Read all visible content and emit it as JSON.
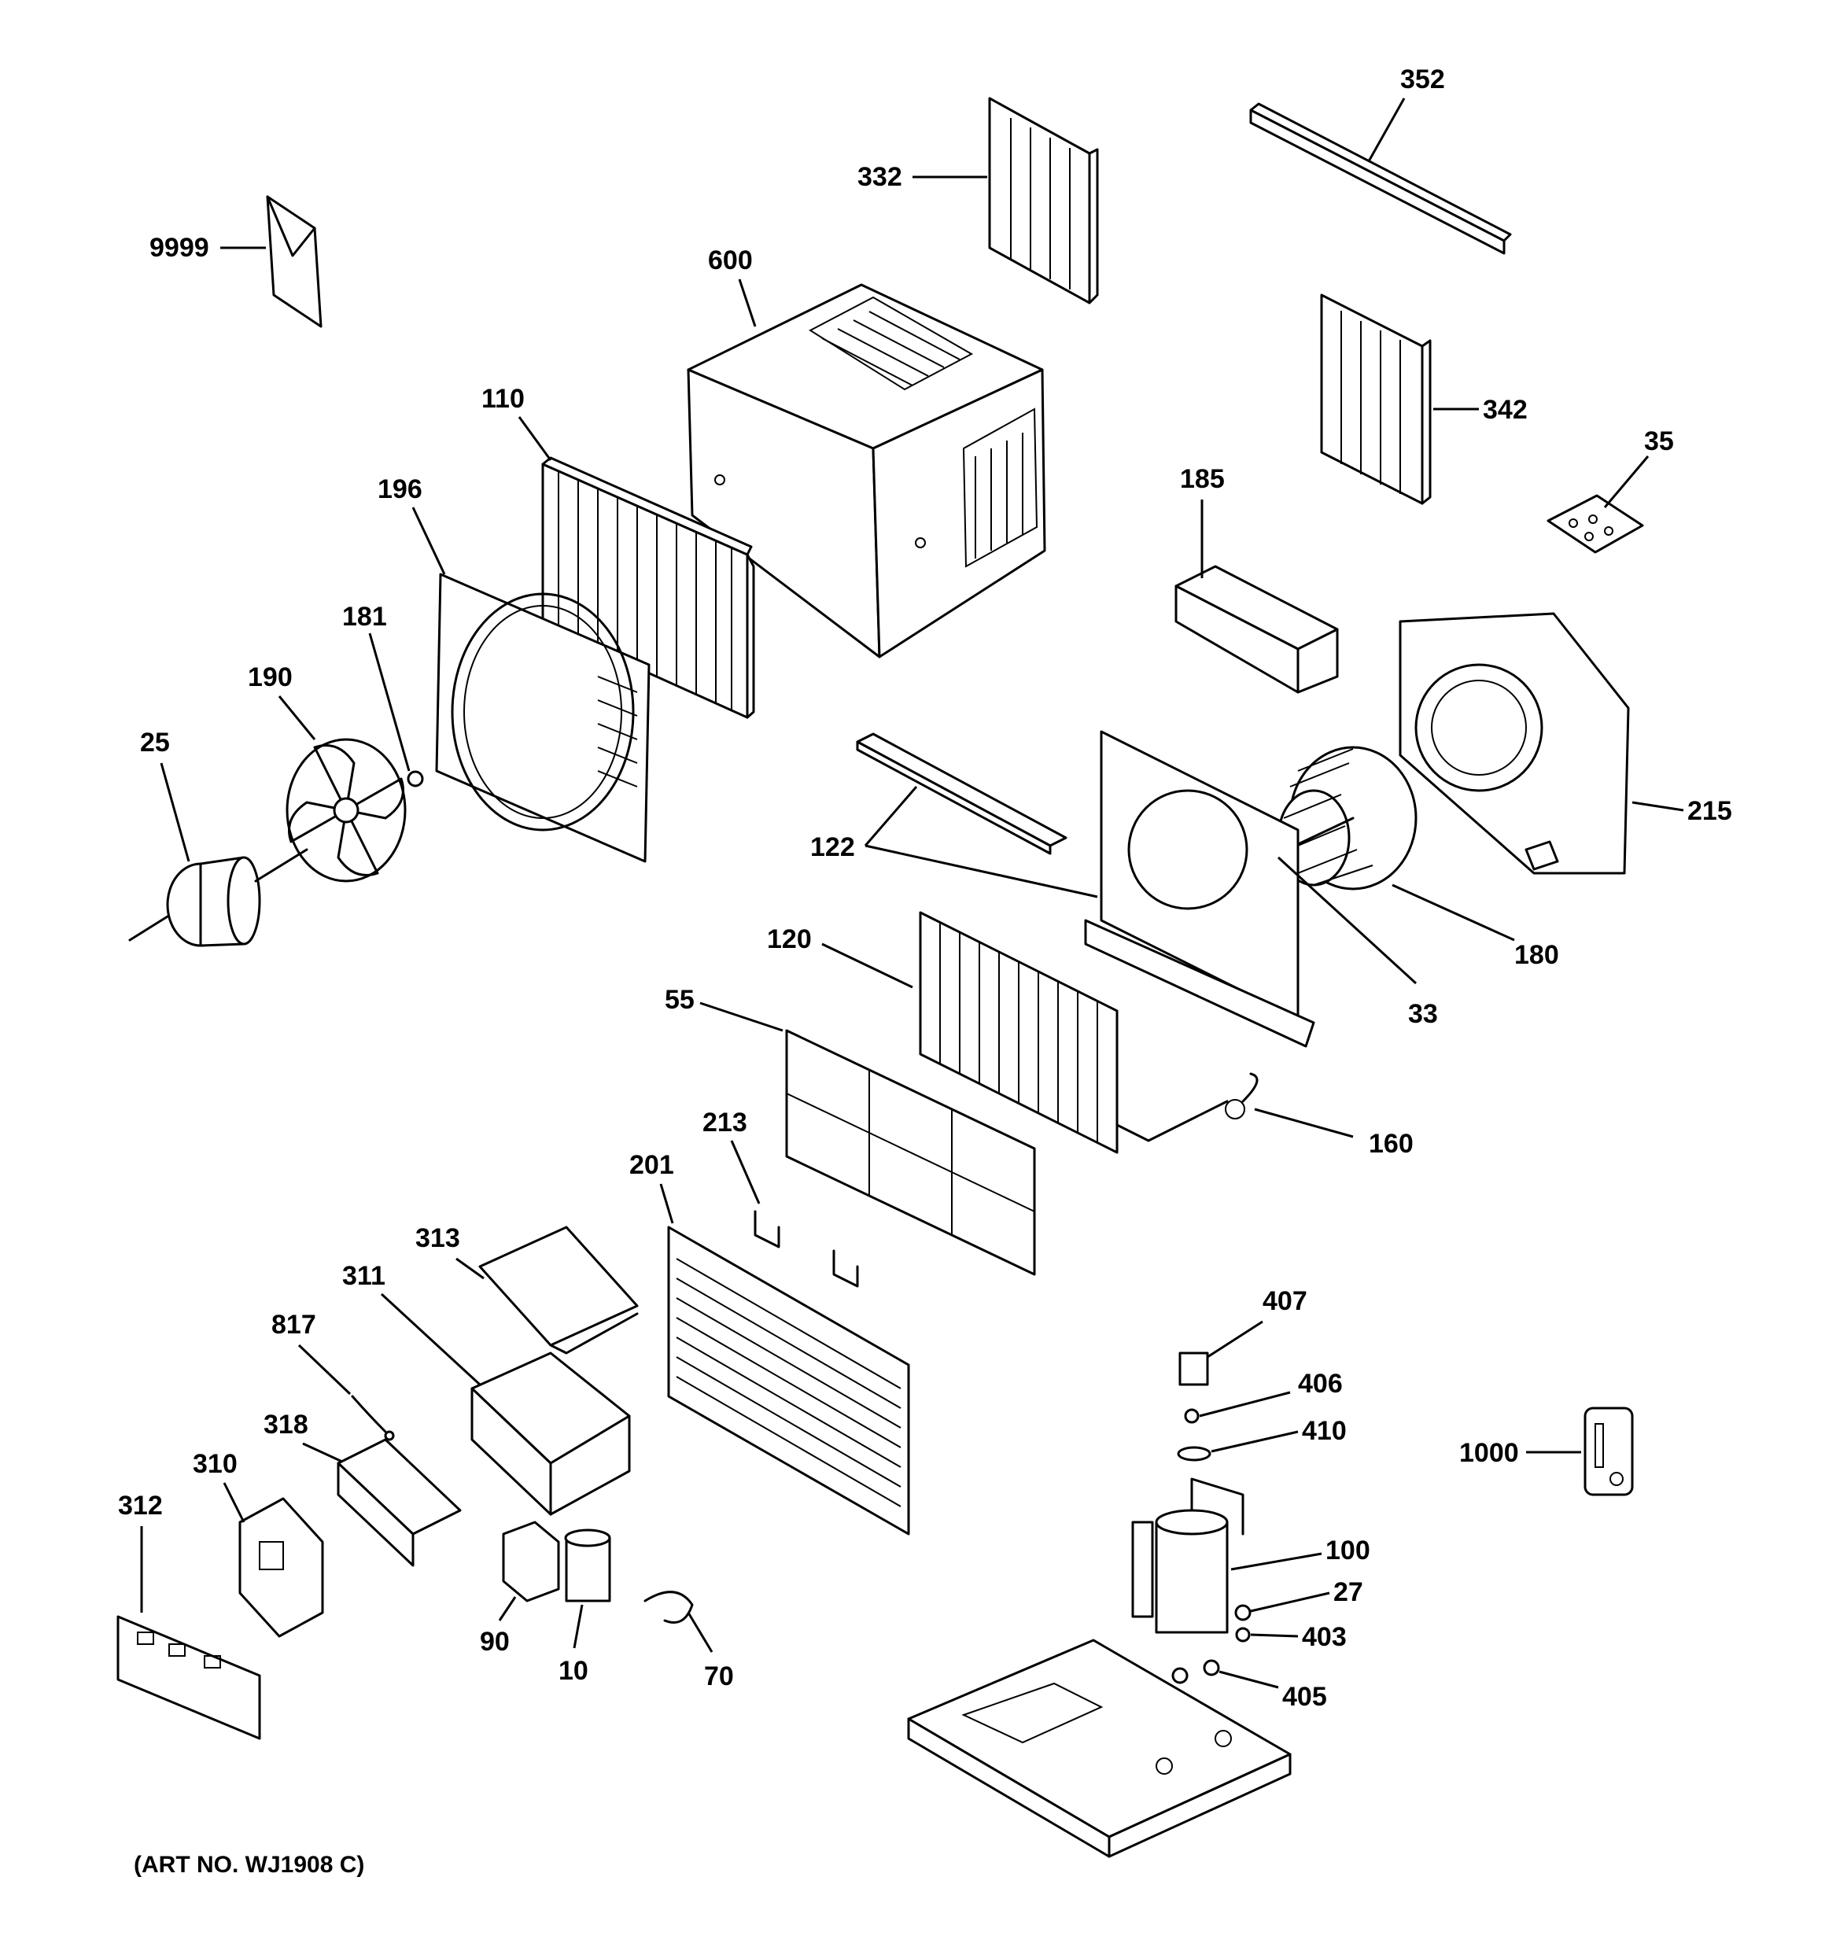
{
  "callouts": {
    "c352": "352",
    "c332": "332",
    "c9999": "9999",
    "c600": "600",
    "c342": "342",
    "c35": "35",
    "c110": "110",
    "c185": "185",
    "c196": "196",
    "c181": "181",
    "c190": "190",
    "c25": "25",
    "c215": "215",
    "c122": "122",
    "c120": "120",
    "c180": "180",
    "c33": "33",
    "c55": "55",
    "c160": "160",
    "c213": "213",
    "c201": "201",
    "c313": "313",
    "c311": "311",
    "c817": "817",
    "c407": "407",
    "c406": "406",
    "c410": "410",
    "c318": "318",
    "c1000": "1000",
    "c310": "310",
    "c312": "312",
    "c100": "100",
    "c27": "27",
    "c403": "403",
    "c90": "90",
    "c10": "10",
    "c70": "70",
    "c405": "405"
  },
  "art_number": "(ART NO. WJ1908 C)"
}
